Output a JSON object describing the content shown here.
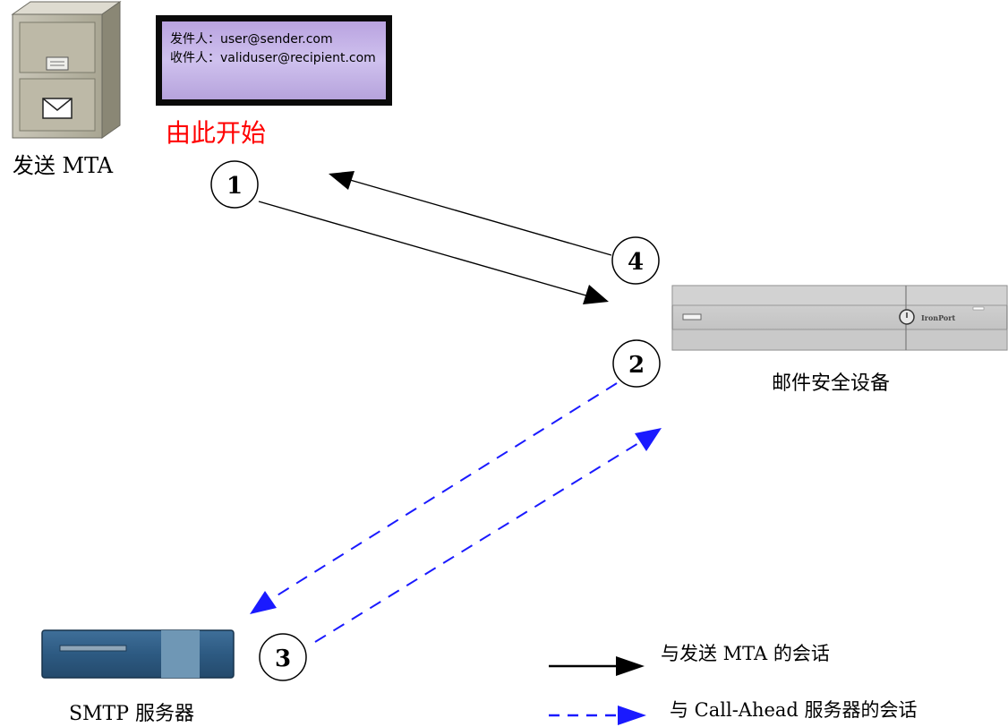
{
  "sender": {
    "label": "发送 MTA",
    "email_from": "发件人：user@sender.com",
    "email_to": "收件人：validuser@recipient.com",
    "start_label": "由此开始"
  },
  "appliance": {
    "label": "邮件安全设备",
    "brand": "IronPort"
  },
  "server": {
    "label": "SMTP 服务器"
  },
  "steps": [
    "1",
    "2",
    "3",
    "4"
  ],
  "legend": {
    "solid_label": "与发送 MTA 的会话",
    "dashed_label": "与 Call-Ahead 服务器的会话"
  },
  "colors": {
    "solid_arrow": "#000000",
    "dashed_arrow": "#1a1aff",
    "start_label": "#ff0000",
    "email_panel": "#c7b6e6",
    "server_body": "#2f5d86"
  }
}
